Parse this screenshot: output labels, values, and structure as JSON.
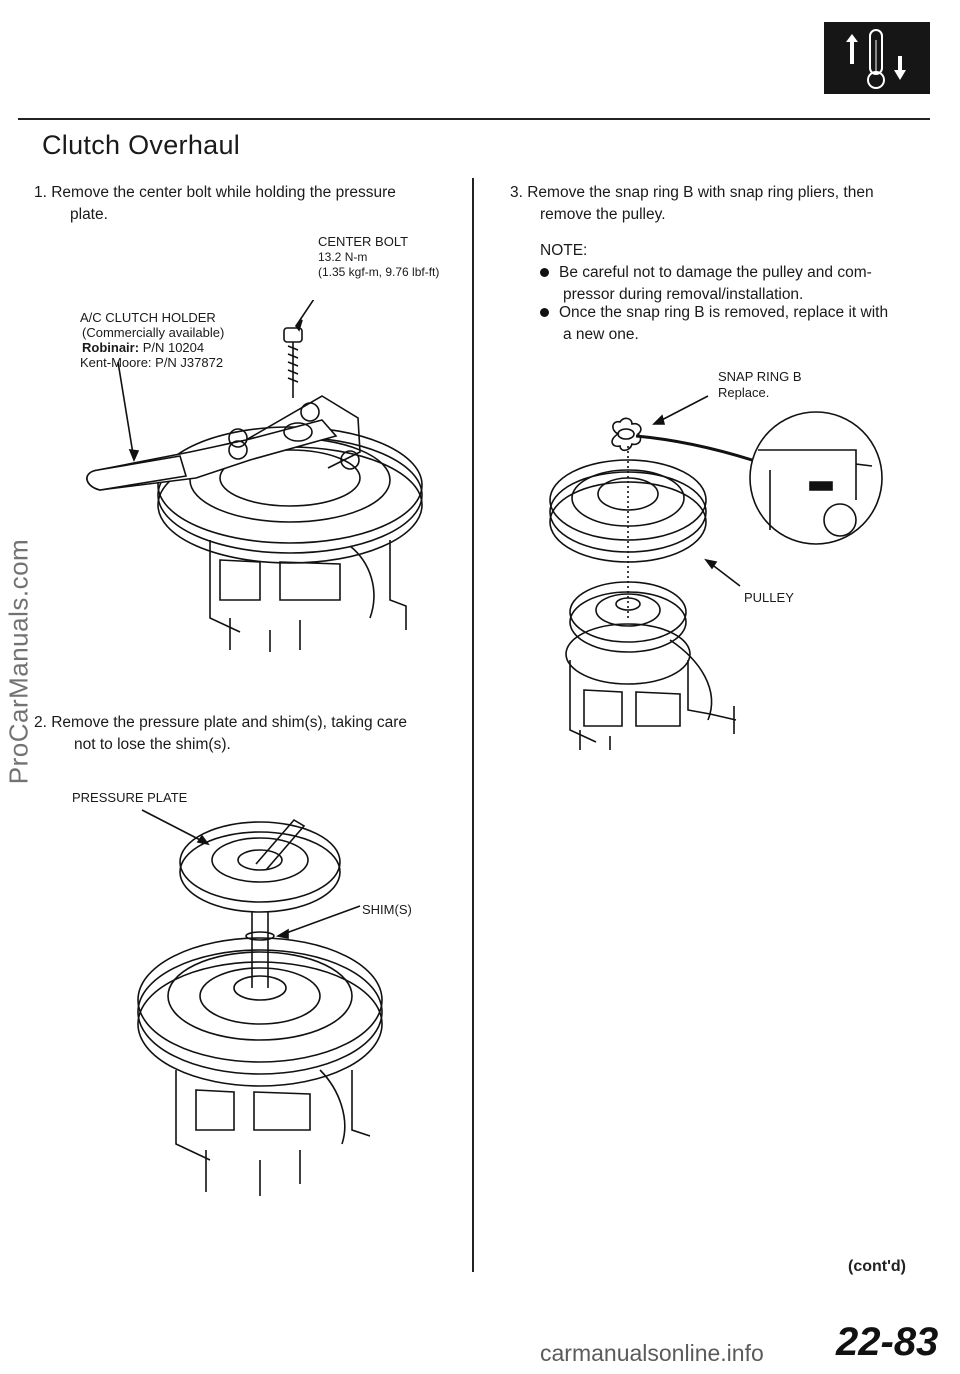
{
  "header": {
    "title": "Clutch Overhaul",
    "page_number": "22-83",
    "contd": "(cont'd)"
  },
  "steps": {
    "s1_line1": "1.   Remove the center bolt while holding the pressure",
    "s1_line2": "plate.",
    "s2_line1": "2.   Remove the pressure plate and shim(s), taking care",
    "s2_line2": "not to lose the shim(s).",
    "s3_line1": "3.   Remove the snap ring B with snap ring pliers, then",
    "s3_line2": "remove the pulley.",
    "note": "NOTE:",
    "note1_line1": "Be careful not to damage the pulley and com-",
    "note1_line2": "pressor during removal/installation.",
    "note2_line1": "Once the snap ring B is removed, replace it with",
    "note2_line2": "a new one."
  },
  "callouts": {
    "center_bolt": "CENTER BOLT",
    "center_bolt_torque1": "13.2 N-m",
    "center_bolt_torque2": "(1.35 kgf-m, 9.76 lbf-ft)",
    "holder": "A/C CLUTCH HOLDER",
    "holder_avail": "(Commercially available)",
    "holder_robinair_brand": "Robinair:",
    "holder_robinair_pn": "P/N 10204",
    "holder_kentmoore": "Kent-Moore: P/N J37872",
    "pressure_plate": "PRESSURE PLATE",
    "shims": "SHIM(S)",
    "snap_ring": "SNAP RING B",
    "snap_ring_note": "Replace.",
    "pulley": "PULLEY"
  },
  "watermarks": {
    "side": "ProCarManuals.com",
    "footer": "carmanualsonline.info"
  }
}
